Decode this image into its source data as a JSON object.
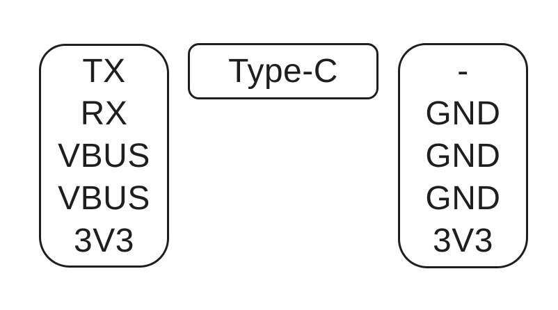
{
  "colors": {
    "ink": "#1e1e1e",
    "background": "#ffffff"
  },
  "diagram": {
    "left_connector": {
      "pins": [
        "TX",
        "RX",
        "VBUS",
        "VBUS",
        "3V3"
      ]
    },
    "label_box": {
      "label": "Type-C"
    },
    "right_connector": {
      "pins": [
        "-",
        "GND",
        "GND",
        "GND",
        "3V3"
      ]
    }
  }
}
